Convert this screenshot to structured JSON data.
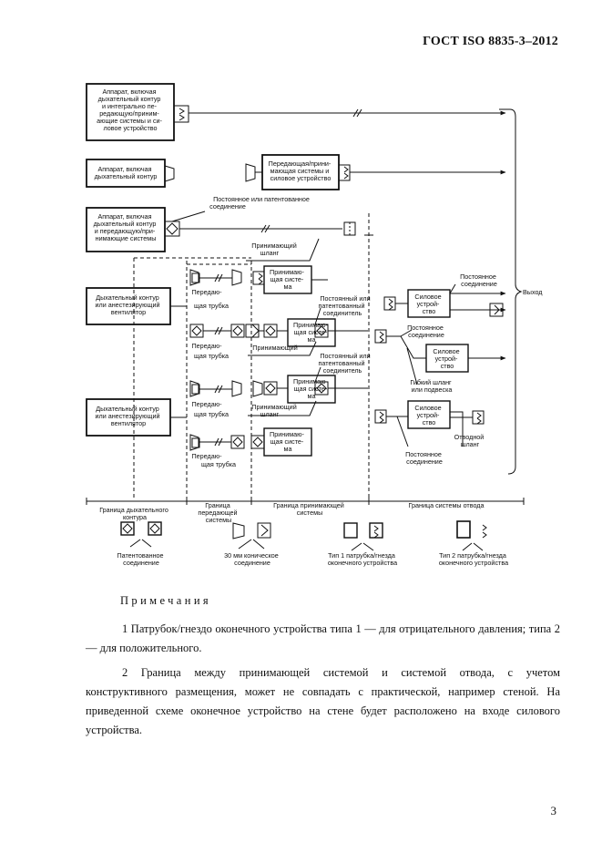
{
  "header": {
    "standard_code": "ГОСТ ISO 8835-3–2012"
  },
  "diagram": {
    "boxes": {
      "a1": [
        "Аппарат, включая",
        "дыхательный контур",
        "и интегрально пе-",
        "редающую/приним-",
        "ающие системы и си-",
        "ловое устройство"
      ],
      "a2": [
        "Аппарат, включая",
        "дыхательный контур"
      ],
      "a3": [
        "Аппарат, включая",
        "дыхательный контур",
        "и передающую/при-",
        "нимающие системы"
      ],
      "a4": [
        "Дыхательный контур",
        "или анестезирующий",
        "вентилятор"
      ],
      "a5": [
        "Дыхательный контур",
        "или анестезирующий",
        "вентилятор"
      ],
      "tx": [
        "Передающая/прини-",
        "мающая системы и",
        "силовое устройство"
      ],
      "recv": [
        "Принимаю-",
        "щая систе-",
        "ма"
      ],
      "power": [
        "Силовое",
        "устрой-",
        "ство"
      ]
    },
    "labels": {
      "permanent_or_patented": [
        "Постоянное или патентованное",
        "соединение"
      ],
      "receiving_hose": [
        "Принимающий",
        "шланг"
      ],
      "transfer_tube": [
        "Передаю-",
        "щая трубка"
      ],
      "permanent_or_patented_connector": [
        "Постоянный или",
        "патентованный",
        "соединитель"
      ],
      "permanent_connection": [
        "Постоянное",
        "соединение"
      ],
      "flexible_hose_or_suspension": [
        "Гибкий шланг",
        "или подвеска"
      ],
      "exhaust_hose": [
        "Отводной",
        "шланг"
      ],
      "output": "Выход"
    },
    "boundaries": {
      "breathing": [
        "Граница дыхательного",
        "контура"
      ],
      "transfer": [
        "Граница",
        "передающей",
        "системы"
      ],
      "receiving": [
        "Граница принимающей",
        "системы"
      ],
      "disposal": "Граница системы отвода"
    },
    "legend": {
      "patented": [
        "Патентованное",
        "соединение"
      ],
      "conical": [
        "30 мм коническое",
        "соединение"
      ],
      "type1": [
        "Тип 1 патрубка/гнезда",
        "оконечного устройства"
      ],
      "type2": [
        "Тип 2 патрубка/гнезда",
        "оконечного устройства"
      ]
    }
  },
  "notes": {
    "title": "Примечания",
    "note1": "1 Патрубок/гнездо оконечного устройства типа 1 — для отрицательного давления; типа 2 — для положительного.",
    "note2": "2 Граница между принимающей системой и системой отвода, с учетом конструктивного размещения, может не совпадать с практической, например стеной. На приведенной схеме оконечное устройство на стене будет расположено на входе силового устройства."
  },
  "page_number": "3"
}
